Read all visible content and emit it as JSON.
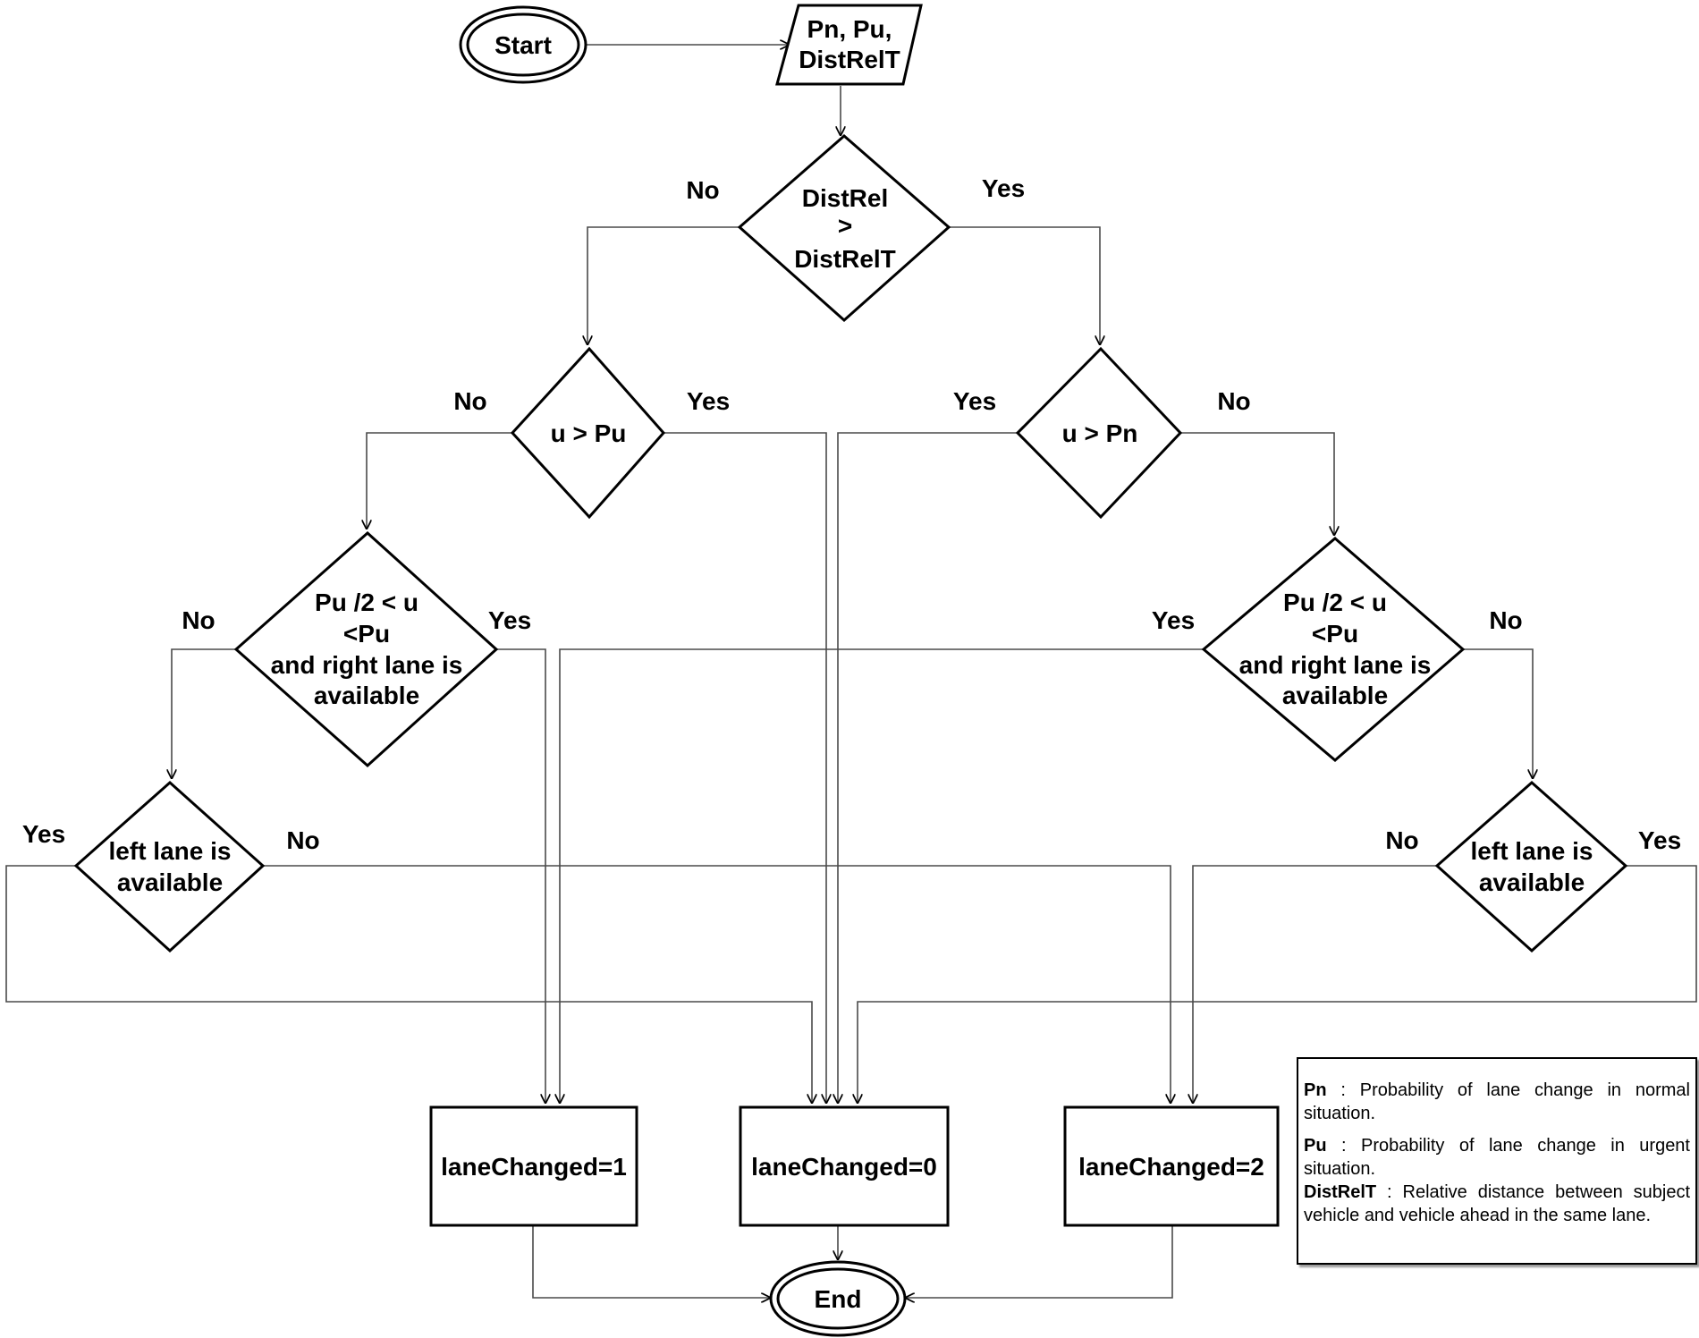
{
  "nodes": {
    "start": "Start",
    "input": [
      "Pn, Pu,",
      "DistRelT"
    ],
    "dist_decision": [
      "DistRel",
      ">",
      "DistRelT"
    ],
    "u_pu_decision": "u > Pu",
    "u_pn_decision": "u > Pn",
    "left_range_decision": [
      "Pu /2 < u",
      "<Pu",
      "and right lane is",
      "available"
    ],
    "right_range_decision": [
      "Pu /2 < u",
      "<Pu",
      "and right lane is",
      "available"
    ],
    "left_lane_decision_left": [
      "left lane is",
      "available"
    ],
    "left_lane_decision_right": [
      "left lane is",
      "available"
    ],
    "result_1": "laneChanged=1",
    "result_0": "laneChanged=0",
    "result_2": "laneChanged=2",
    "end": "End"
  },
  "edge_labels": {
    "dist_no": "No",
    "dist_yes": "Yes",
    "u_pu_no": "No",
    "u_pu_yes": "Yes",
    "u_pn_yes": "Yes",
    "u_pn_no": "No",
    "left_range_no": "No",
    "left_range_yes": "Yes",
    "right_range_yes": "Yes",
    "right_range_no": "No",
    "left_lane_left_yes": "Yes",
    "left_lane_left_no": "No",
    "left_lane_right_no": "No",
    "left_lane_right_yes": "Yes"
  },
  "legend": {
    "pn_term": "Pn",
    "pn_def": ": Probability of lane change in normal situation.",
    "pu_term": "Pu",
    "pu_def": ": Probability of lane change in urgent situation.",
    "distrelt_term": "DistRelT",
    "distrelt_def": ": Relative distance between subject vehicle and vehicle ahead in the same lane."
  }
}
